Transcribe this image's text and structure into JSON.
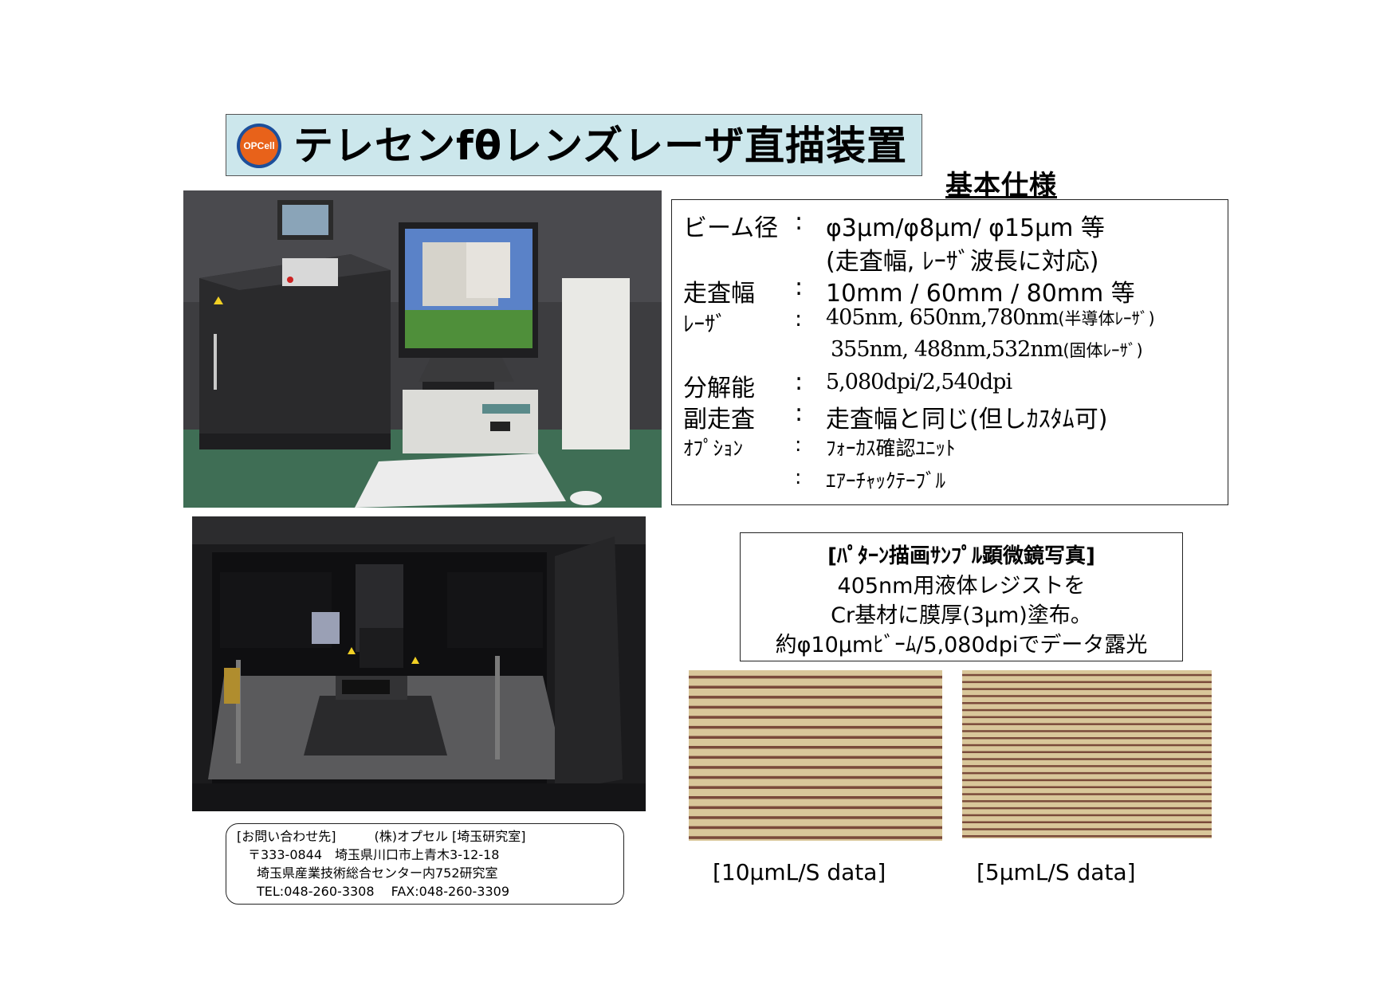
{
  "title": {
    "logo_text": "OPCell",
    "text": "テレセンfθレンズレーザ直描装置"
  },
  "spec_heading": "基本仕様",
  "specs": {
    "beam_label": "ビーム径",
    "beam_value": "φ3μm/φ8μm/ φ15μm 等",
    "beam_value2": "(走査幅, ﾚｰｻﾞ波長に対応)",
    "scan_label": "走査幅",
    "scan_value": "10mm / 60mm / 80mm 等",
    "laser_label": "ﾚｰｻﾞ",
    "laser_value1": "405nm, 650nm,780nm",
    "laser_value1_note": "(半導体ﾚｰｻﾞ)",
    "laser_value2": "355nm, 488nm,532nm",
    "laser_value2_note": "(固体ﾚｰｻﾞ)",
    "res_label": "分解能",
    "res_value": "5,080dpi/2,540dpi",
    "sub_label": "副走査",
    "sub_value": "走査幅と同じ(但しｶｽﾀﾑ可)",
    "option_label": "ｵﾌﾟｼｮﾝ",
    "option_value1": "ﾌｫｰｶｽ確認ﾕﾆｯﾄ",
    "option_value2": "ｴｱｰﾁｬｯｸﾃｰﾌﾞﾙ",
    "colon": ":"
  },
  "sample": {
    "title": "[ﾊﾟﾀｰﾝ描画ｻﾝﾌﾟﾙ顕微鏡写真]",
    "line1": "405nm用液体レジストを",
    "line2": "Cr基材に膜厚(3μm)塗布。",
    "line3": "約φ10μmﾋﾞｰﾑ/5,080dpiでデータ露光"
  },
  "captions": {
    "micro_10": "[10μmL/S data]",
    "micro_5": "[5μmL/S data]"
  },
  "contact": {
    "line1": "[お問い合わせ先]　　　(株)オプセル [埼玉研究室]",
    "line2": "〒333-0844　埼玉県川口市上青木3-12-18",
    "line3": "埼玉県産業技術総合センター内752研究室",
    "line4": "TEL:048-260-3308　 FAX:048-260-3309"
  },
  "colors": {
    "banner_bg": "#cce7ec",
    "logo_orange": "#e8621a",
    "logo_blue": "#1d4f9a",
    "micro_bg": "#d9c79a",
    "micro_line": "#7a4a3a"
  }
}
